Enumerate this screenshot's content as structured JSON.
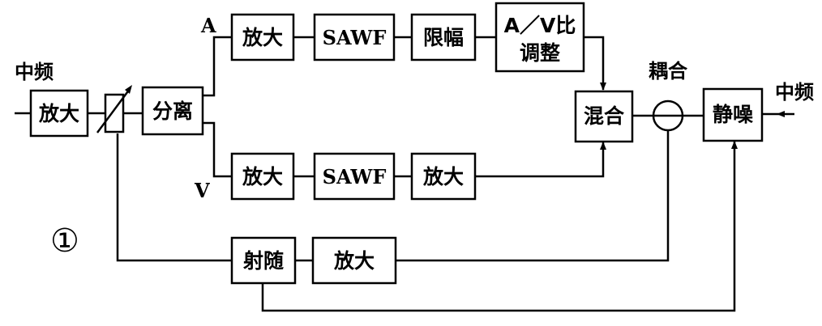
{
  "diagram": {
    "figure_number": "①",
    "labels": {
      "input": "中频",
      "output": "中频",
      "branch_a": "A",
      "branch_v": "V",
      "coupling": "耦合"
    },
    "blocks": {
      "input_amp": "放大",
      "separator": "分离",
      "a_amp": "放大",
      "a_sawf": "SAWF",
      "a_limiter": "限幅",
      "av_ratio_line1": "A／V比",
      "av_ratio_line2": "调整",
      "v_amp": "放大",
      "v_sawf": "SAWF",
      "v_amp2": "放大",
      "mixer": "混合",
      "denoise": "静噪",
      "emitter_follower": "射随",
      "feedback_amp": "放大"
    }
  }
}
